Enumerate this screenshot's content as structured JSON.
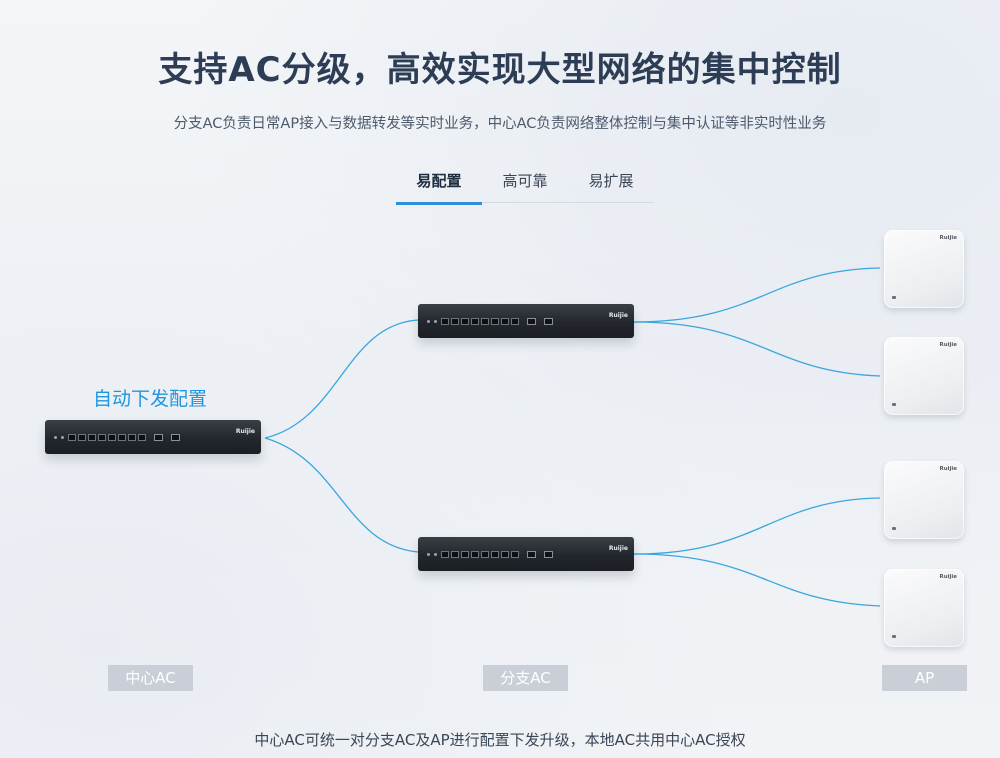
{
  "header": {
    "title": "支持AC分级，高效实现大型网络的集中控制",
    "subtitle": "分支AC负责日常AP接入与数据转发等实时业务，中心AC负责网络整体控制与集中认证等非实时性业务"
  },
  "tabs": [
    {
      "label": "易配置",
      "active": true
    },
    {
      "label": "高可靠",
      "active": false
    },
    {
      "label": "易扩展",
      "active": false
    }
  ],
  "diagram": {
    "annotation": "自动下发配置",
    "device_brand": "Ruijie",
    "link_color": "#3aa6dd",
    "labels": {
      "center": "中心AC",
      "branch": "分支AC",
      "ap": "AP"
    }
  },
  "footer": "中心AC可统一对分支AC及AP进行配置下发升级，本地AC共用中心AC授权",
  "colors": {
    "accent": "#2d8fd5",
    "title": "#2c3d55",
    "label_bg": "#c9ced7"
  }
}
